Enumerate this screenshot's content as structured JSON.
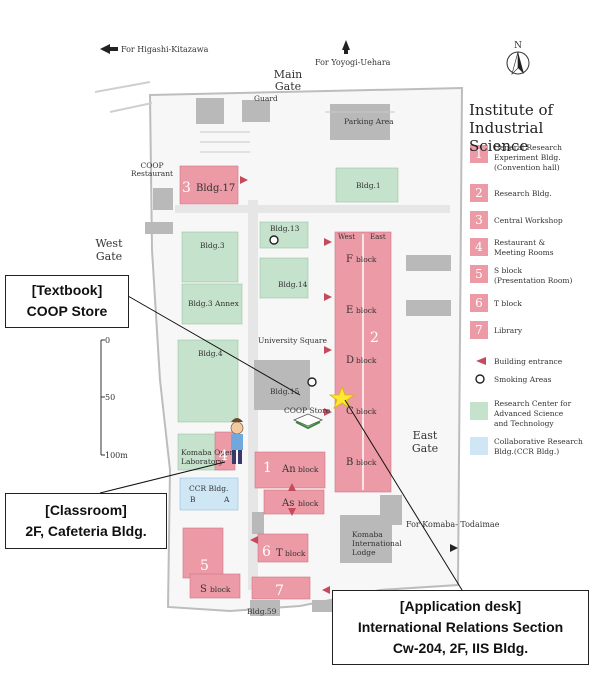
{
  "directions": {
    "higashi_kitazawa": "For Higashi-Kitazawa",
    "yoyogi_uehara": "For Yoyogi-Uehara",
    "komaba_todaimae": "For Komaba-\nTodaimae",
    "north": "N"
  },
  "gates": {
    "main": [
      "Main",
      "Gate"
    ],
    "west": [
      "West",
      "Gate"
    ],
    "east": [
      "East",
      "Gate"
    ]
  },
  "places": {
    "guard": "Guard",
    "parking": "Parking Area",
    "coop_restaurant": [
      "COOP",
      "Restaurant"
    ],
    "bldg1": "Bldg.1",
    "bldg3": "Bldg.3",
    "bldg3_annex": "Bldg.3 Annex",
    "bldg4": "Bldg.4",
    "bldg13": "Bldg.13",
    "bldg14": "Bldg.14",
    "bldg15": "Bldg.15",
    "bldg17": "Bldg.17",
    "bldg59": "Bldg.59",
    "university_square": "University Square",
    "coop_store": "COOP Store",
    "komaba_open_lab": [
      "Komaba Open",
      "Laboratory"
    ],
    "ccr_bldg": "CCR Bldg.",
    "ccr_b": "B",
    "ccr_a": "A",
    "komaba_intl_lodge": [
      "Komaba",
      "International",
      "Lodge"
    ],
    "west": "West",
    "east": "East",
    "f_block": "block",
    "e_block": "block",
    "d_block": "block",
    "c_block": "block",
    "b_block": "block",
    "an_block": "block",
    "as_block": "block",
    "t_block": "block",
    "s_block": "block",
    "letter_F": "F",
    "letter_E": "E",
    "letter_D": "D",
    "letter_C": "C",
    "letter_B": "B",
    "letter_An": "An",
    "letter_As": "As",
    "letter_T": "T",
    "letter_S": "S",
    "num_1": "1",
    "num_2": "2",
    "num_3": "3",
    "num_4": "4",
    "num_5": "5",
    "num_6": "6",
    "num_7": "7"
  },
  "scale": {
    "zero": "0",
    "fifty": "50",
    "hundred": "100m"
  },
  "legend": {
    "title": [
      "Institute of",
      "Industrial Science"
    ],
    "items": [
      {
        "num": "1",
        "text": [
          "General Research",
          "Experiment Bldg.",
          "(Convention hall)"
        ]
      },
      {
        "num": "2",
        "text": [
          "Research Bldg."
        ]
      },
      {
        "num": "3",
        "text": [
          "Central Workshop"
        ]
      },
      {
        "num": "4",
        "text": [
          "Restaurant &",
          "Meeting Rooms"
        ]
      },
      {
        "num": "5",
        "text": [
          "S block",
          "(Presentation Room)"
        ]
      },
      {
        "num": "6",
        "text": [
          "T block"
        ]
      },
      {
        "num": "7",
        "text": [
          "Library"
        ]
      }
    ],
    "entrance": "Building entrance",
    "smoking": "Smoking Areas",
    "research_center": [
      "Research Center for",
      "Advanced Science",
      "and Technology"
    ],
    "collab": [
      "Collaborative Research",
      "Bldg.(CCR Bldg.)"
    ]
  },
  "callouts": {
    "textbook": [
      "[Textbook]",
      "COOP Store"
    ],
    "classroom": [
      "[Classroom]",
      "2F, Cafeteria Bldg."
    ],
    "application": [
      "[Application desk]",
      "International Relations Section",
      "Cw-204, 2F, IIS Bldg."
    ]
  },
  "colors": {
    "pink": "#eb9aa6",
    "pink_dark": "#c54b5c",
    "green": "#c5e2cc",
    "blue": "#cfe6f5",
    "gray": "#b9b9b9",
    "road": "#ededed"
  }
}
